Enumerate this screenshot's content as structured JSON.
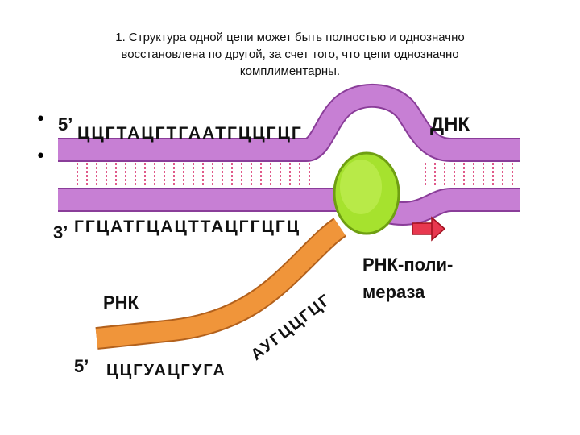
{
  "title": {
    "line1": "1.  Структура одной цепи может быть полностью и однозначно",
    "line2": "восстановлена по другой, за счет того, что цепи однозначно",
    "line3": "комплиментарны."
  },
  "bullets": [
    "•",
    "•"
  ],
  "labels": {
    "dna": "ДНК",
    "rna": "РНК",
    "polymerase_line1": "РНК-поли-",
    "polymerase_line2": "мераза",
    "top_five_prime": "5’",
    "bottom_three_prime": "3’",
    "rna_five_prime": "5’"
  },
  "sequences": {
    "top_strand": "ЦЦГТАЦГТГААТГЦЦГЦГ",
    "bottom_strand": "ГГЦАТГЦАЦТТАЦГГЦГЦ",
    "rna_horizontal": "ЦЦГУАЦГУГА",
    "rna_diagonal": "АУГЦЦГЦГ"
  },
  "colors": {
    "dna_strand": "#c77fd4",
    "rna_strand": "#f0953a",
    "polymerase": "#a6e22e",
    "arrow": "#e8384f",
    "rungs": "#e05a8a"
  }
}
